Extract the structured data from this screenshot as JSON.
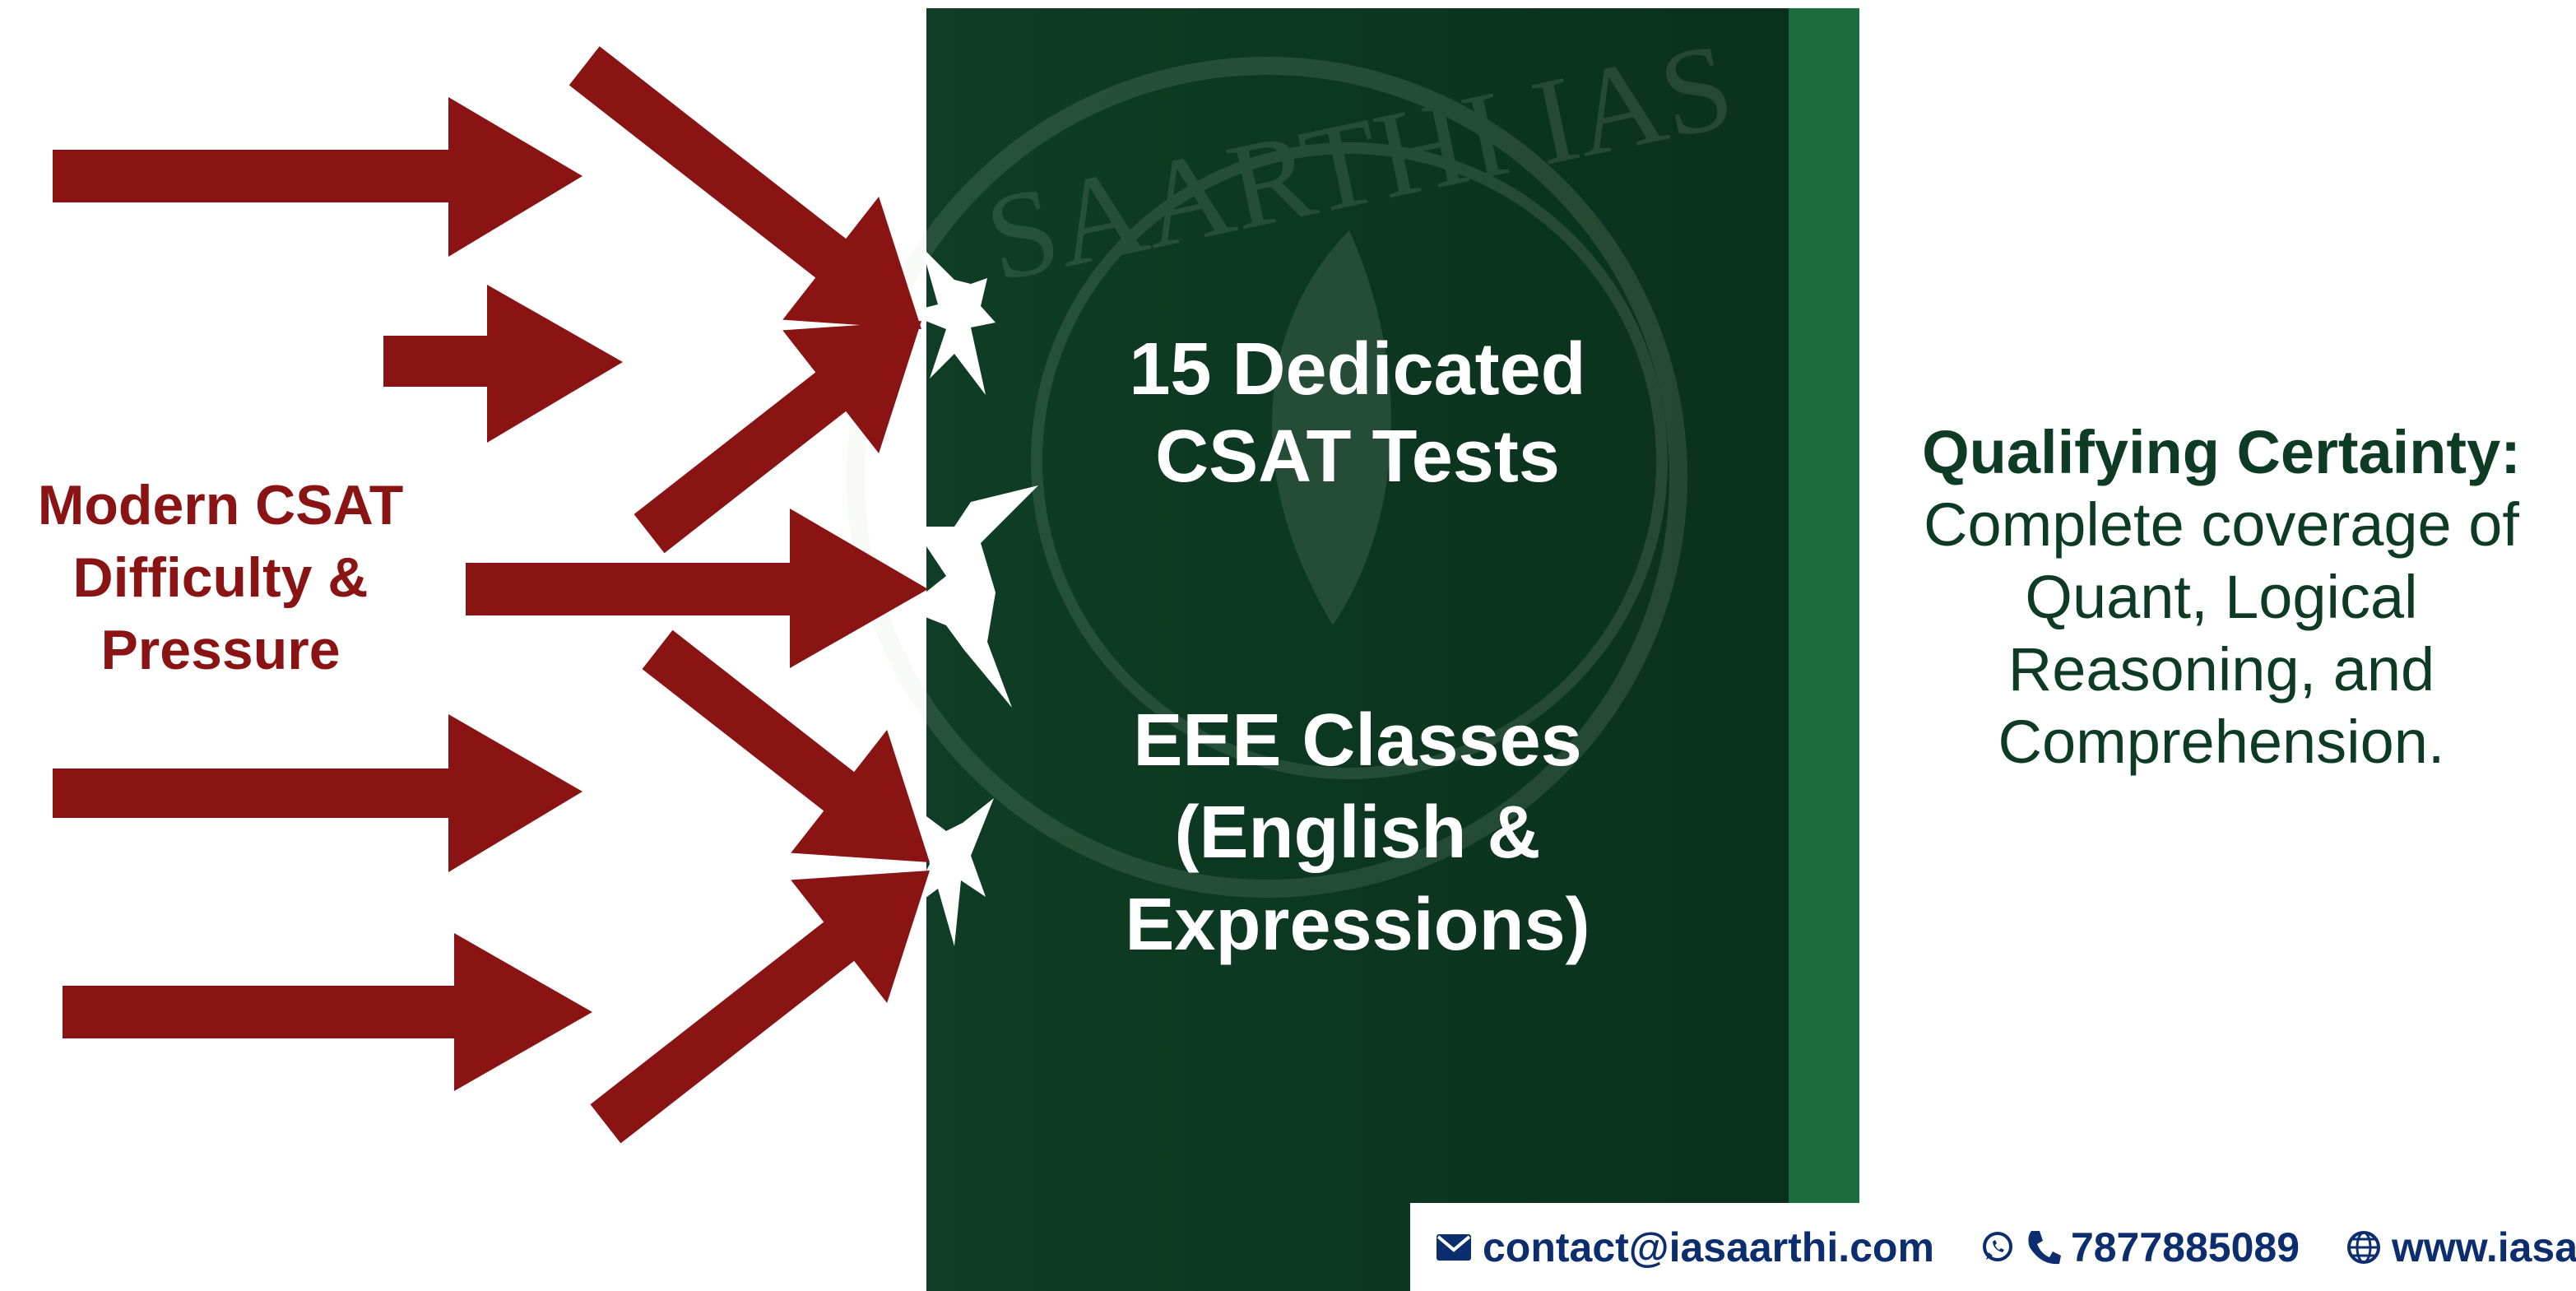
{
  "colors": {
    "arrow": "#8a1414",
    "wall": "#0e3b24",
    "wall_edge": "#1d6b3e",
    "footer_text": "#0d2e6e",
    "right_text": "#0e3b24"
  },
  "left_label": {
    "line1": "Modern CSAT",
    "line2": "Difficulty &",
    "line3": "Pressure"
  },
  "wall": {
    "top_text": {
      "line1": "15 Dedicated",
      "line2": "CSAT Tests"
    },
    "bottom_text": {
      "line1": "EEE Classes",
      "line2": "(English &",
      "line3": "Expressions)"
    },
    "watermark_text": "SAARTHI IAS"
  },
  "right_block": {
    "heading": "Qualifying Certainty:",
    "body": "Complete coverage of Quant, Logical Reasoning, and Comprehension."
  },
  "footer": {
    "email": "contact@iasaarthi.com",
    "phone": "7877885089",
    "website": "www.iasaarthi.c"
  },
  "icons": [
    "arrow-icon",
    "impact-burst-icon",
    "envelope-icon",
    "whatsapp-icon",
    "phone-icon",
    "globe-icon"
  ]
}
